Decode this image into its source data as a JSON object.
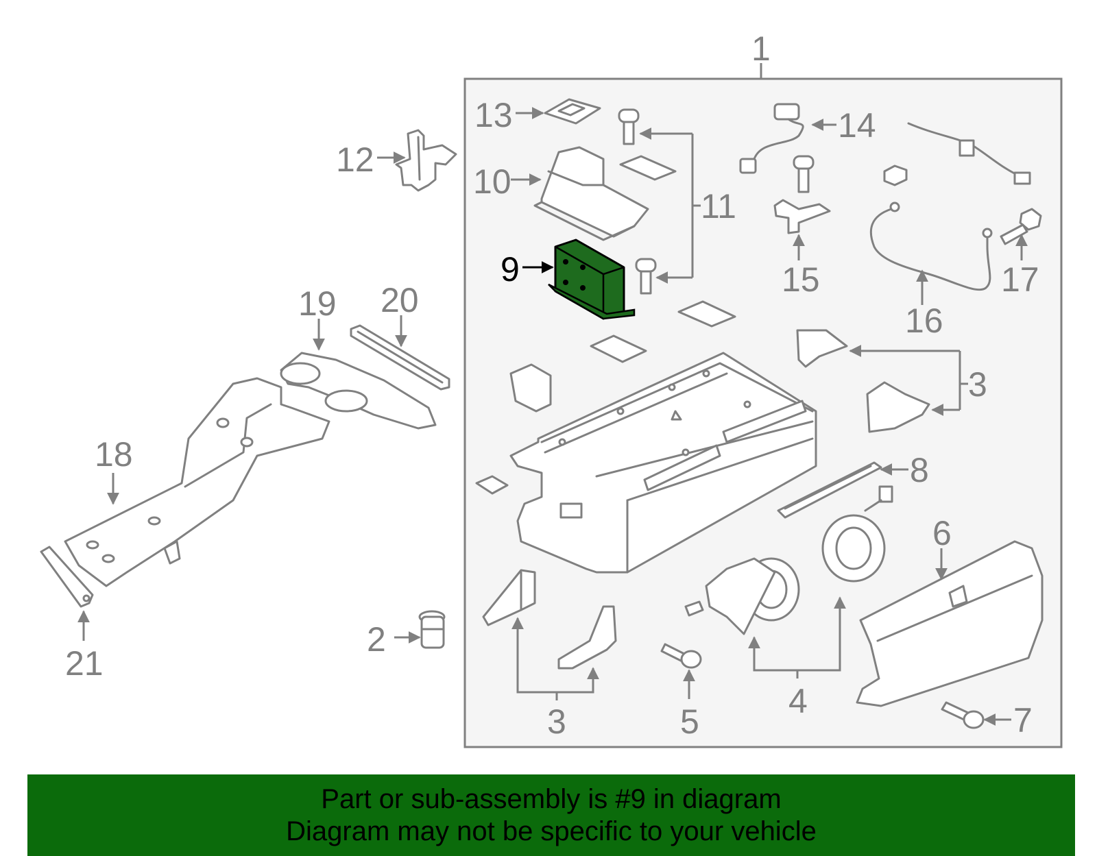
{
  "colors": {
    "line": "#808080",
    "assembly_box_fill": "#f5f5f5",
    "highlight": "#1e6b1e",
    "banner_bg": "#0b6b0b",
    "banner_text": "#000000"
  },
  "highlighted_part": "9",
  "callouts": {
    "c1": "1",
    "c2": "2",
    "c3a": "3",
    "c3b": "3",
    "c4": "4",
    "c5": "5",
    "c6": "6",
    "c7": "7",
    "c8": "8",
    "c9": "9",
    "c10": "10",
    "c11": "11",
    "c12": "12",
    "c13": "13",
    "c14": "14",
    "c15": "15",
    "c16": "16",
    "c17": "17",
    "c18": "18",
    "c19": "19",
    "c20": "20",
    "c21": "21"
  },
  "banner": {
    "line1": "Part or sub-assembly is #9 in diagram",
    "line2": "Diagram may not be specific to your vehicle"
  }
}
